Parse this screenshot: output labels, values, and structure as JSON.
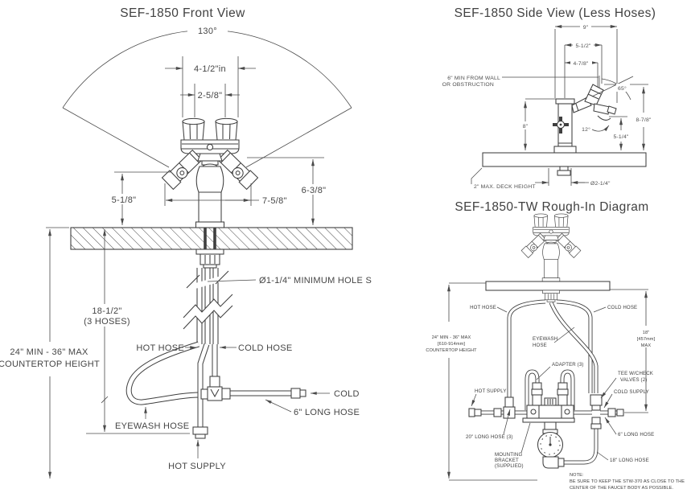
{
  "front_view": {
    "title": "SEF-1850 Front View",
    "dims": {
      "spray_angle": "130°",
      "width_outer": "4-1/2\"in",
      "width_inner": "2-5/8\"",
      "height_left": "5-1/8\"",
      "width_heads": "7-5/8\"",
      "height_right": "6-3/8\"",
      "hole": "Ø1-1/4\" MINIMUM HOLE S",
      "hose_len_1": "18-1/2\"",
      "hose_len_2": "(3 HOSES)",
      "countertop_1": "24\" MIN - 36\" MAX",
      "countertop_2": "COUNTERTOP HEIGHT"
    },
    "labels": {
      "hot_hose": "HOT HOSE",
      "cold_hose": "COLD HOSE",
      "eyewash_hose": "EYEWASH HOSE",
      "hot_supply": "HOT SUPPLY",
      "cold": "COLD",
      "hose6": "6\" LONG HOSE"
    }
  },
  "side_view": {
    "title": "SEF-1850 Side View (Less Hoses)",
    "dims": {
      "d9": "9\"",
      "d5_12": "5-1/2\"",
      "d4_78": "4-7/8\"",
      "wall_1": "6\" MIN FROM WALL",
      "wall_2": "OR OBSTRUCTION",
      "a65": "65°",
      "a12": "12°",
      "d8": "8\"",
      "d8_78": "8-7/8\"",
      "d5_14": "5-1/4\"",
      "deck": "2\" MAX. DECK HEIGHT",
      "hole": "Ø2-1/4\""
    }
  },
  "rough_in": {
    "title": "SEF-1850-TW Rough-In Diagram",
    "labels": {
      "hot_hose": "HOT HOSE",
      "cold_hose": "COLD HOSE",
      "eyewash_1": "EYEWASH",
      "eyewash_2": "HOSE",
      "counter_1": "24\" MIN - 36\" MAX",
      "counter_2": "[610-914mm]",
      "counter_3": "COUNTERTOP HEIGHT",
      "max_1": "18\"",
      "max_2": "[457mm]",
      "max_3": "MAX",
      "adapter": "ADAPTER (3)",
      "tee_1": "TEE W/CHECK",
      "tee_2": "VALVES (2)",
      "cold_supply": "COLD SUPPLY",
      "hot_supply": "HOT SUPPLY",
      "hose20": "20\" LONG HOSE (3)",
      "bracket_1": "MOUNTING",
      "bracket_2": "BRACKET",
      "bracket_3": "(SUPPLIED)",
      "hose6": "6\" LONG HOSE",
      "hose18": "18\" LONG HOSE",
      "note_1": "NOTE:",
      "note_2": "BE SURE TO KEEP THE STW-370 AS CLOSE TO THE",
      "note_3": "CENTER OF THE FAUCET BODY AS POSSIBLE."
    }
  }
}
